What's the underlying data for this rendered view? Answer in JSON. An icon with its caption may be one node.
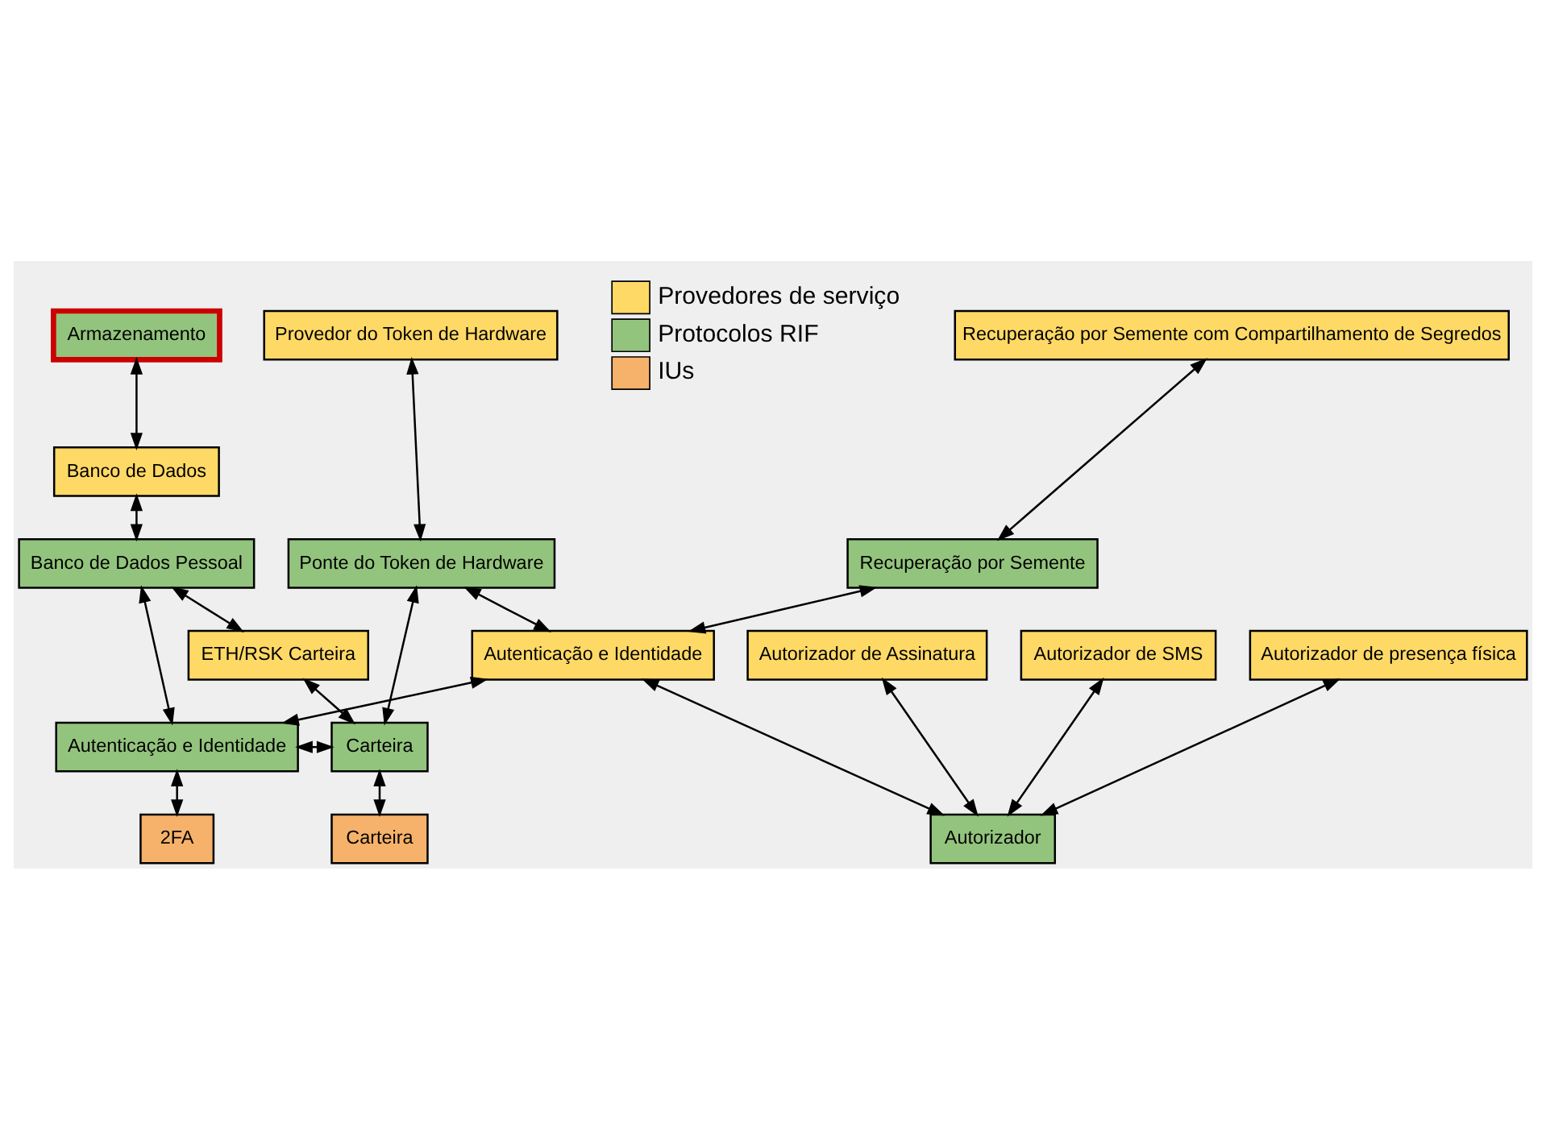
{
  "diagram": {
    "nodes": [
      {
        "text": [
          "Recuperação por Semente com Compartilhamento de Segredos"
        ]
      },
      {
        "text": [
          "Provedor do Token de Hardware"
        ]
      },
      {
        "text": [
          "Armazenamento"
        ]
      },
      {
        "text": [
          "Banco de Dados"
        ]
      },
      {
        "text": [
          "Recuperação por Semente"
        ]
      },
      {
        "text": [
          "Ponte do Token de Hardware"
        ]
      },
      {
        "text": [
          "Banco de Dados Pessoal"
        ]
      },
      {
        "text": [
          "Autorizador de Assinatura"
        ]
      },
      {
        "text": [
          "Autorizador de SMS"
        ]
      },
      {
        "text": [
          "Autorizador de presença física"
        ]
      },
      {
        "text": [
          "Autenticação e Identidade"
        ]
      },
      {
        "text": [
          "ETH/RSK Carteira"
        ]
      },
      {
        "text": [
          "Autenticação e Identidade"
        ]
      },
      {
        "text": [
          "Carteira"
        ]
      },
      {
        "text": [
          "Autorizador"
        ]
      },
      {
        "text": [
          "2FA"
        ]
      },
      {
        "text": [
          "Carteira"
        ]
      }
    ],
    "edges": [
      {
        "from": 0,
        "to": 4,
        "arrow": "both"
      },
      {
        "from": 1,
        "to": 5,
        "arrow": "both"
      },
      {
        "from": 2,
        "to": 3,
        "arrow": "both"
      },
      {
        "from": 3,
        "to": 6,
        "arrow": "both"
      },
      {
        "from": 4,
        "to": 10,
        "arrow": "both"
      },
      {
        "from": 5,
        "to": 10,
        "arrow": "both"
      },
      {
        "from": 5,
        "to": 13,
        "arrow": "both"
      },
      {
        "from": 6,
        "to": 11,
        "arrow": "both"
      },
      {
        "from": 6,
        "to": 12,
        "arrow": "both"
      },
      {
        "from": 7,
        "to": 14,
        "arrow": "both"
      },
      {
        "from": 8,
        "to": 14,
        "arrow": "both"
      },
      {
        "from": 9,
        "to": 14,
        "arrow": "both"
      },
      {
        "from": 10,
        "to": 14,
        "arrow": "both"
      },
      {
        "from": 10,
        "to": 12,
        "arrow": "both"
      },
      {
        "from": 11,
        "to": 13,
        "arrow": "both"
      },
      {
        "from": 12,
        "to": 13,
        "arrow": "both"
      },
      {
        "from": 12,
        "to": 15,
        "arrow": "both"
      },
      {
        "from": 13,
        "to": 16,
        "arrow": "both"
      }
    ],
    "legend": [
      {
        "text": "Provedores de serviço",
        "color": "#ffd966"
      },
      {
        "text": "Protocolos RIF",
        "color": "#93c47d"
      },
      {
        "text": "IUs",
        "color": "#f6b26b"
      }
    ]
  }
}
